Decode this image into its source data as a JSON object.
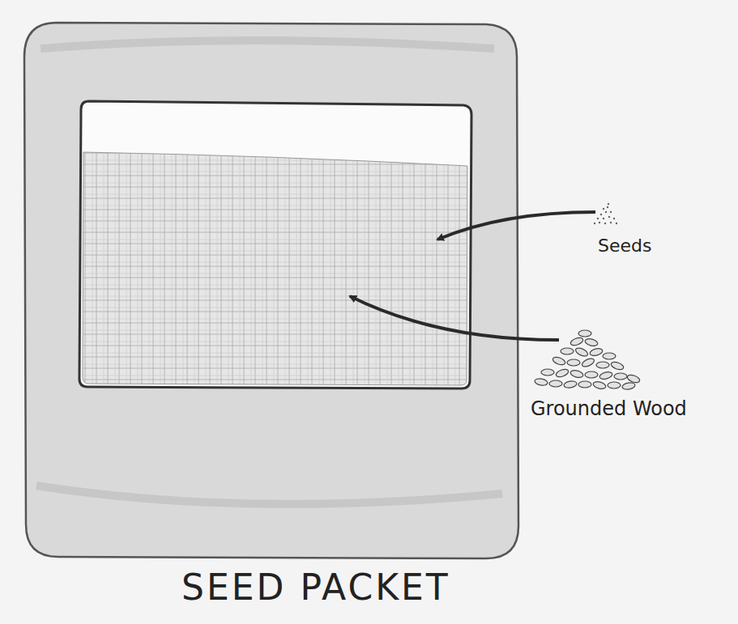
{
  "diagram": {
    "caption": "SEED PACKET",
    "labels": [
      "Seeds",
      "Grounded Wood"
    ]
  }
}
